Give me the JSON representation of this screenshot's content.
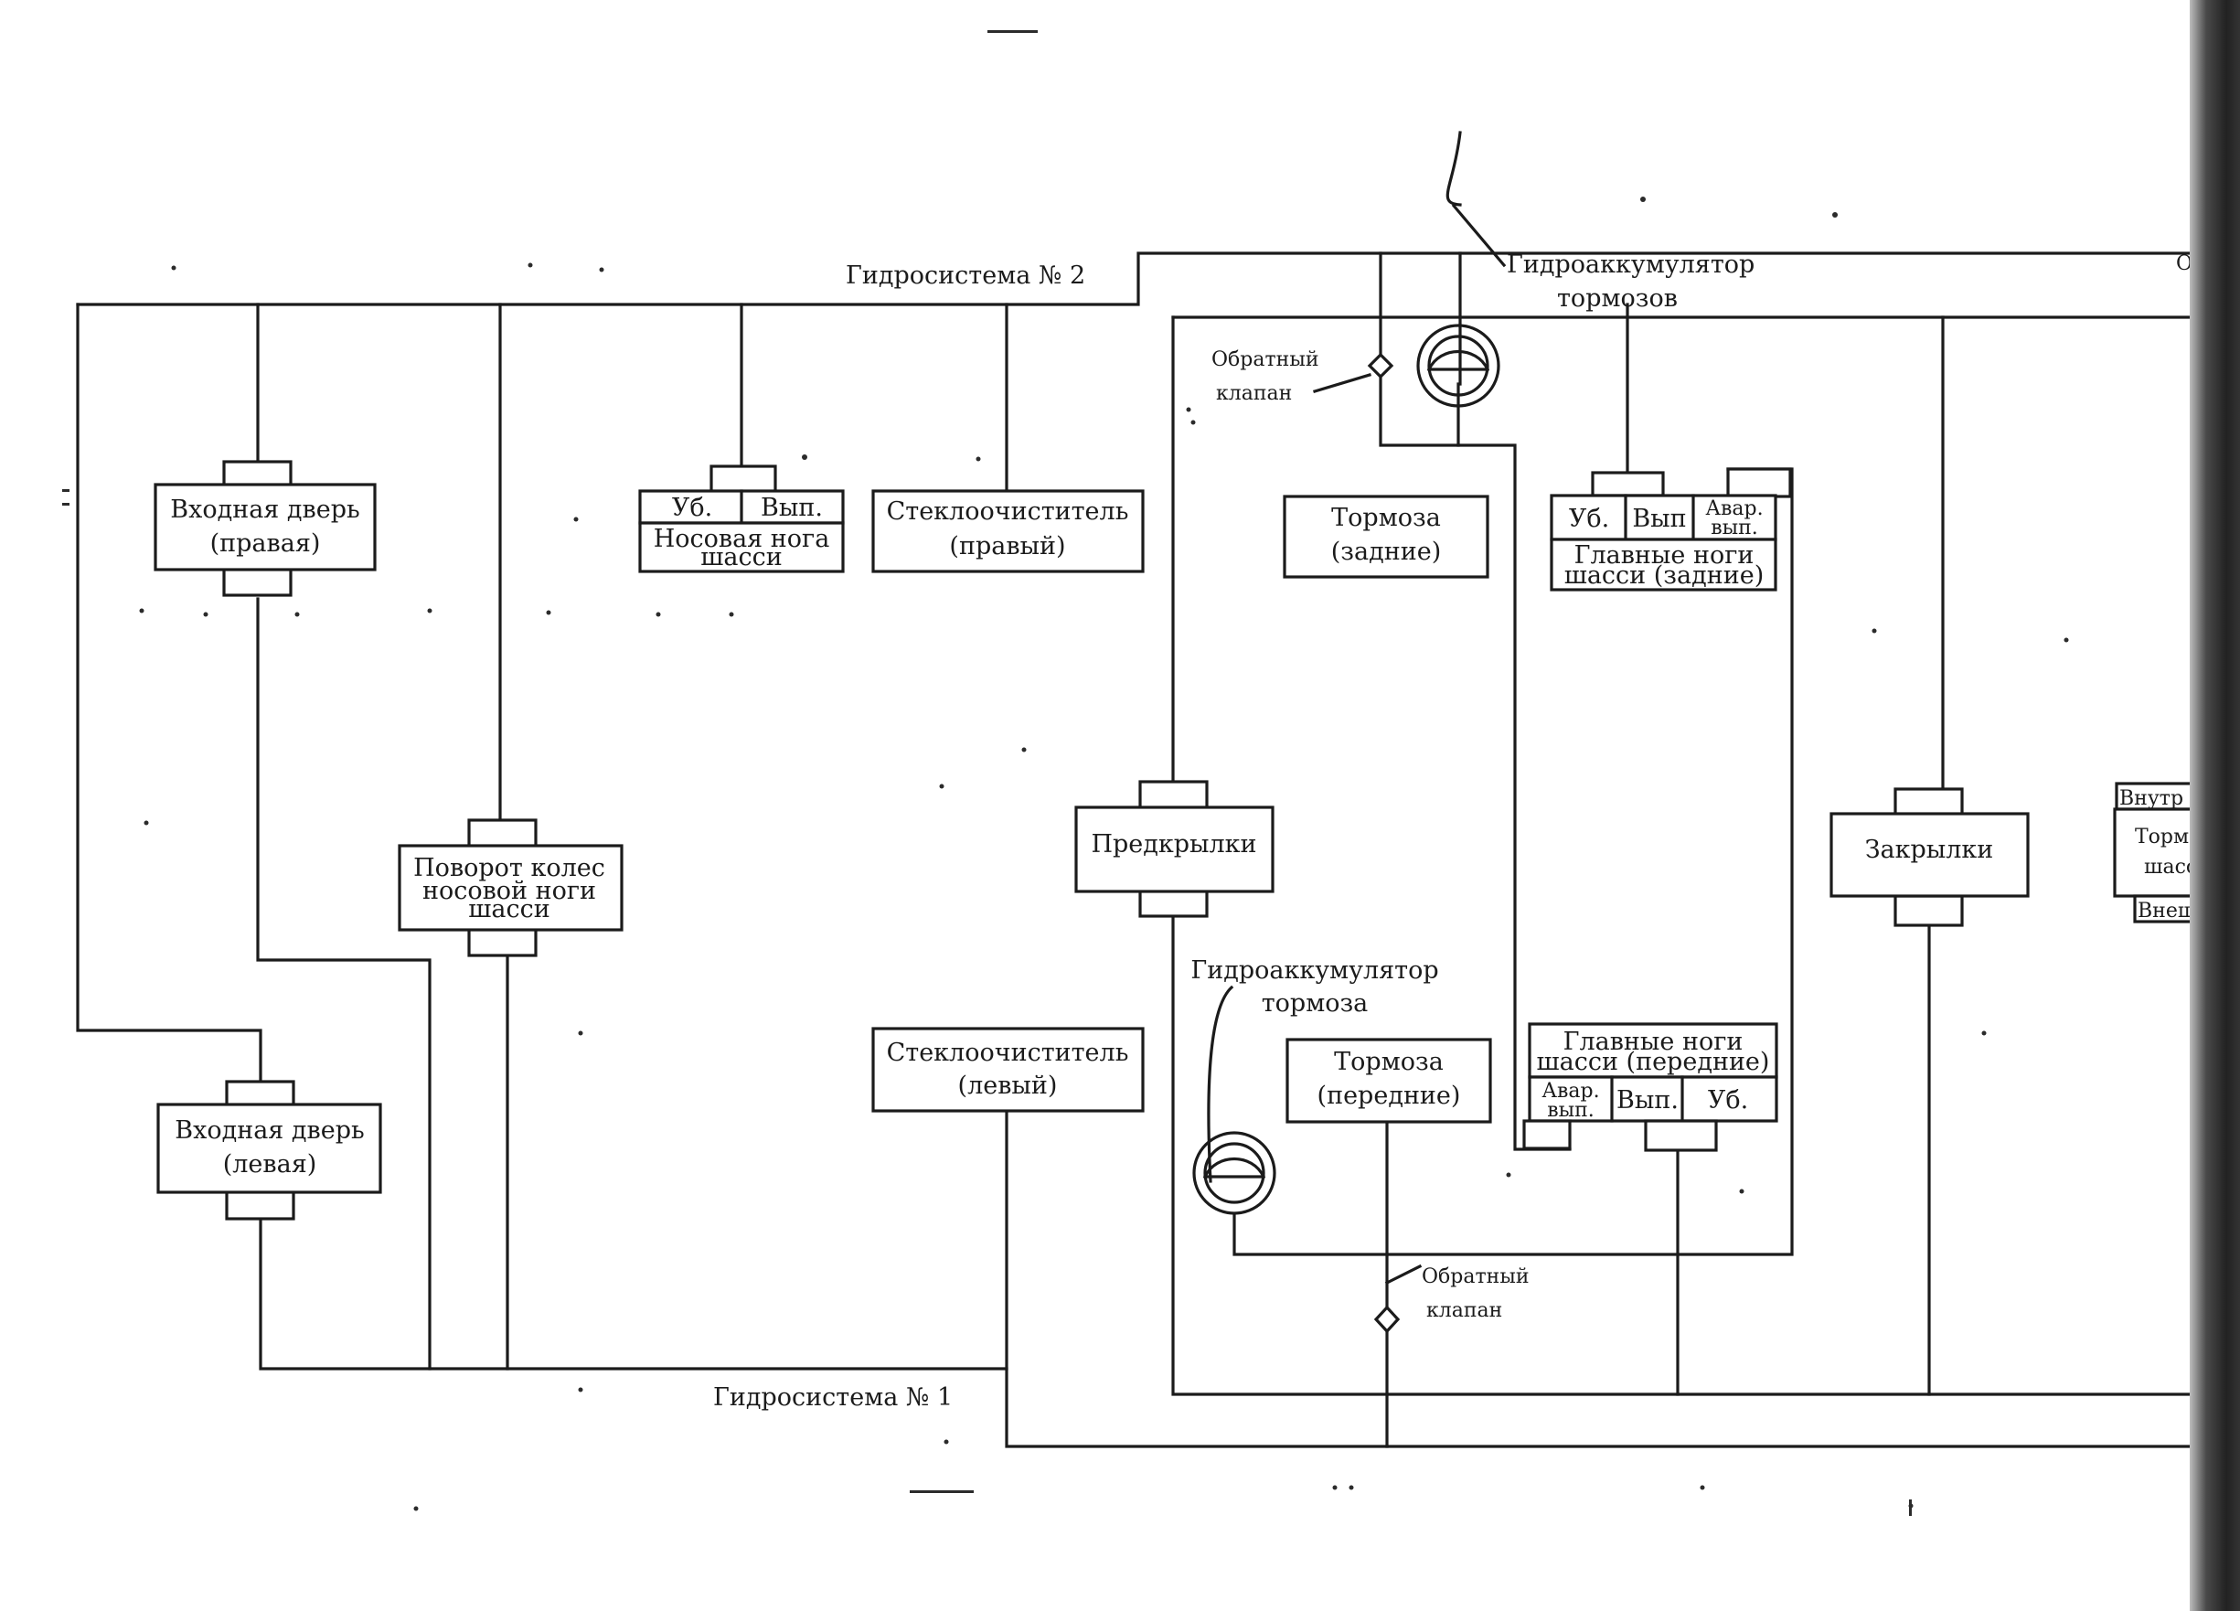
{
  "systems": {
    "hs2": "Гидросистема № 2",
    "hs1": "Гидросистема № 1"
  },
  "units": {
    "door_right": [
      "Входная дверь",
      "(правая)"
    ],
    "door_left": [
      "Входная дверь",
      "(левая)"
    ],
    "nose_steering": [
      "Поворот колес",
      "носовой ноги",
      "шасси"
    ],
    "nose_gear": {
      "retract": "Уб.",
      "extend": "Вып.",
      "name": [
        "Носовая нога",
        "шасси"
      ]
    },
    "wiper_right": [
      "Стеклоочиститель",
      "(правый)"
    ],
    "wiper_left": [
      "Стеклоочиститель",
      "(левый)"
    ],
    "slats": "Предкрылки",
    "flaps": "Закрылки",
    "brakes_rear": [
      "Тормоза",
      "(задние)"
    ],
    "brakes_front": [
      "Тормоза",
      "(передние)"
    ],
    "main_gear_rear": {
      "retract": "Уб.",
      "extend": "Вып",
      "emergency": [
        "Авар.",
        "вып."
      ],
      "name": [
        "Главные ноги",
        "шасси (задние)"
      ]
    },
    "main_gear_front": {
      "retract": "Уб.",
      "extend": "Вып.",
      "emergency": [
        "Авар.",
        "вып."
      ],
      "name": [
        "Главные ноги",
        "шасси (передние)"
      ]
    }
  },
  "accumulators": {
    "brakes_top": [
      "Гидроаккумулятор",
      "тормозов"
    ],
    "brake_bottom": [
      "Гидроаккумулятор",
      "тормоза"
    ]
  },
  "check_valves": {
    "top": [
      "Обратный",
      "клапан"
    ],
    "bottom": [
      "Обратный",
      "клапан"
    ]
  },
  "cut_off": {
    "inner": "Внутр",
    "brake": "Торм",
    "chassis": "шасс",
    "outer": "Внеш",
    "obr": "Обр"
  }
}
